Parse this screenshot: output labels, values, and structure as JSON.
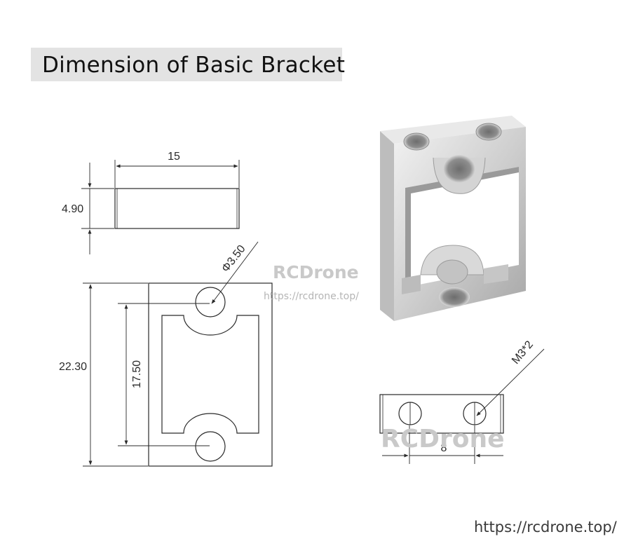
{
  "title": "Dimension of Basic Bracket",
  "dimensions": {
    "width_top": "15",
    "thickness": "4.90",
    "hole_diameter": "Φ3.50",
    "height_total": "22.30",
    "hole_spacing": "17.50",
    "thread": "M3*2",
    "thread_spacing": "8"
  },
  "watermark": {
    "brand": "RCDrone",
    "url": "https://rcdrone.top/"
  },
  "footer_url": "https://rcdrone.top/",
  "colors": {
    "line": "#2a2a2a",
    "title_bg": "#e3e3e3",
    "metal_light": "#e6e6e6",
    "metal_dark": "#a9a9a9"
  }
}
